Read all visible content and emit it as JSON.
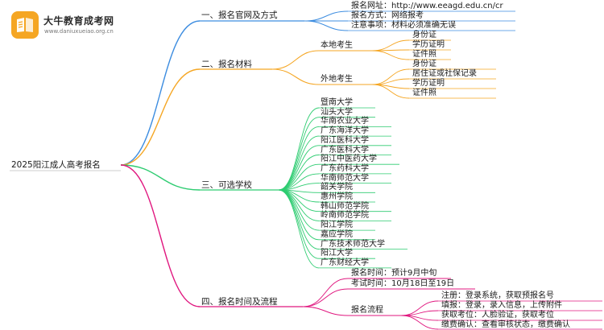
{
  "logo": {
    "name": "大牛教育成考网",
    "url": "www.daniuxueiao.org.cn",
    "icon": "book-logo-icon",
    "color": "#f5a623"
  },
  "root": "2025阳江成人高考报名",
  "colors": {
    "blue": "#3d8de0",
    "orange": "#f5a623",
    "green": "#2ecc71",
    "magenta": "#e0177f"
  },
  "branches": {
    "b1": {
      "label": "一、报名官网及方式",
      "items": [
        "报名网址：http://www.eeagd.edu.cn/cr",
        "报名方式：网络报考",
        "注意事项：材料必须准确无误"
      ]
    },
    "b2": {
      "label": "二、报名材料",
      "local": {
        "label": "本地考生",
        "items": [
          "身份证",
          "学历证明",
          "证件照"
        ]
      },
      "nonlocal": {
        "label": "外地考生",
        "items": [
          "身份证",
          "居住证或社保记录",
          "学历证明",
          "证件照"
        ]
      }
    },
    "b3": {
      "label": "三、可选学校",
      "items": [
        "暨南大学",
        "汕头大学",
        "华南农业大学",
        "广东海洋大学",
        "阳江医科大学",
        "广东医科大学",
        "阳江中医药大学",
        "广东药科大学",
        "华南师范大学",
        "韶关学院",
        "惠州学院",
        "韩山师范学院",
        "岭南师范学院",
        "阳江学院",
        "嘉应学院",
        "广东技术师范大学",
        "阳江大学",
        "广东财经大学"
      ]
    },
    "b4": {
      "label": "四、报名时间及流程",
      "items": [
        "报名时间：预计9月中旬",
        "考试时间：10月18日至19日"
      ],
      "process": {
        "label": "报名流程",
        "items": [
          "注册：登录系统，获取预报名号",
          "填报：登录，录入信息，上传附件",
          "获取考位：人脸验证，获取考位",
          "缴费确认：查看审核状态，缴费确认"
        ]
      }
    }
  }
}
